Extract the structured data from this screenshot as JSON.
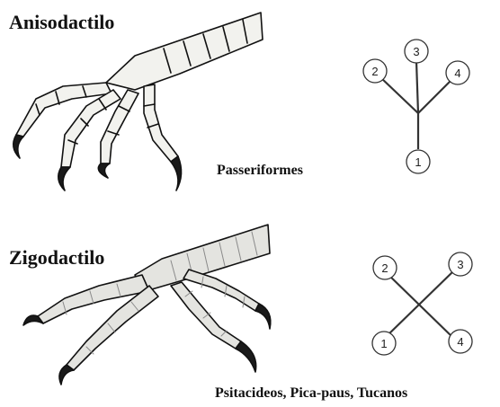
{
  "panels": [
    {
      "title": "Anisodactilo",
      "caption": "Passeriformes",
      "toes": [
        "1",
        "2",
        "3",
        "4"
      ]
    },
    {
      "title": "Zigodactilo",
      "caption": "Psitacideos, Pica-paus, Tucanos",
      "toes": [
        "1",
        "2",
        "3",
        "4"
      ]
    }
  ],
  "colors": {
    "ink": "#111111",
    "bone_fill": "#f2f2ee",
    "claw": "#1a1a1a",
    "scale_texture": "#8a8a8a"
  }
}
